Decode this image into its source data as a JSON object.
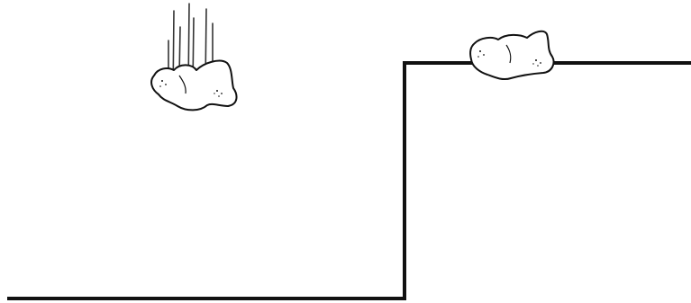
{
  "scene": {
    "background_color": "#ffffff",
    "line_color": "#111111",
    "rock_fill": "#ffffff",
    "rock_outline": "#111111",
    "motion_line_color": "#333333",
    "elements": {
      "ground_profile": "step-up-ledge",
      "falling_object": "rock-with-motion-lines",
      "resting_object": "rock-on-ledge"
    }
  }
}
